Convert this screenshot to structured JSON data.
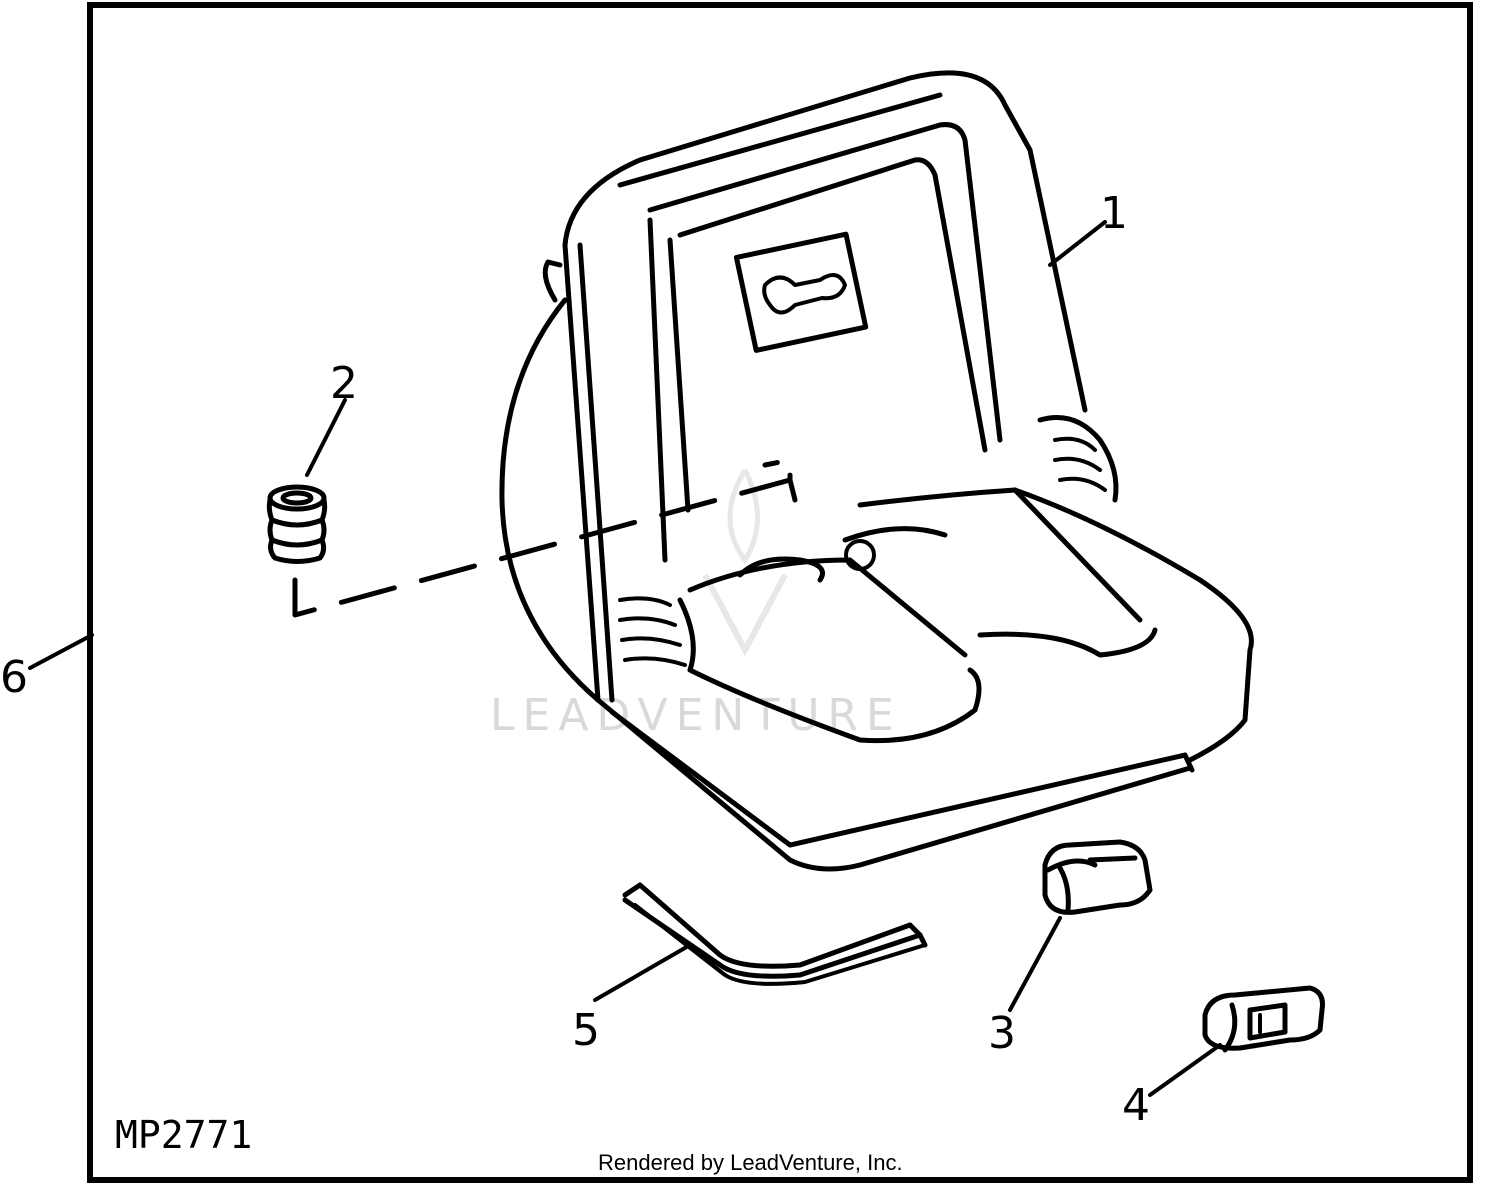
{
  "diagram": {
    "drawing_number": "MP2771",
    "credit": "Rendered by LeadVenture, Inc.",
    "watermark": "LEADVENTURE",
    "callouts": [
      {
        "id": "1",
        "part": "seat"
      },
      {
        "id": "2",
        "part": "spring"
      },
      {
        "id": "3",
        "part": "clip"
      },
      {
        "id": "4",
        "part": "bumper"
      },
      {
        "id": "5",
        "part": "bracket"
      },
      {
        "id": "6",
        "part": "seat-kit"
      }
    ]
  }
}
